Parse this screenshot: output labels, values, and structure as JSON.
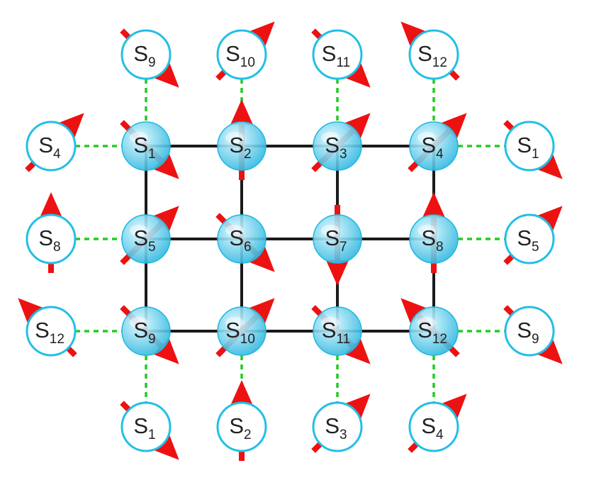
{
  "colors": {
    "bond": "#1a1a1a",
    "periodic_bond": "#22cc22",
    "spin_arrow": "#ee1111",
    "site_fill": "#6fd3ec",
    "site_edge": "#1eb8e0",
    "ghost_fill": "#ffffff",
    "ghost_edge": "#22bfe6"
  },
  "lattice": {
    "rows": [
      [
        {
          "label": "S",
          "sub": "1",
          "spin": "down-right"
        },
        {
          "label": "S",
          "sub": "2",
          "spin": "up"
        },
        {
          "label": "S",
          "sub": "3",
          "spin": "up-right"
        },
        {
          "label": "S",
          "sub": "4",
          "spin": "up-right"
        }
      ],
      [
        {
          "label": "S",
          "sub": "5",
          "spin": "up-right"
        },
        {
          "label": "S",
          "sub": "6",
          "spin": "down-right"
        },
        {
          "label": "S",
          "sub": "7",
          "spin": "down"
        },
        {
          "label": "S",
          "sub": "8",
          "spin": "up"
        }
      ],
      [
        {
          "label": "S",
          "sub": "9",
          "spin": "down-right"
        },
        {
          "label": "S",
          "sub": "10",
          "spin": "up-right"
        },
        {
          "label": "S",
          "sub": "11",
          "spin": "down-right"
        },
        {
          "label": "S",
          "sub": "12",
          "spin": "up-left"
        }
      ]
    ]
  },
  "boundary": {
    "top": [
      {
        "label": "S",
        "sub": "9",
        "spin": "down-right"
      },
      {
        "label": "S",
        "sub": "10",
        "spin": "up-right"
      },
      {
        "label": "S",
        "sub": "11",
        "spin": "down-right"
      },
      {
        "label": "S",
        "sub": "12",
        "spin": "up-left"
      }
    ],
    "bottom": [
      {
        "label": "S",
        "sub": "1",
        "spin": "down-right"
      },
      {
        "label": "S",
        "sub": "2",
        "spin": "up"
      },
      {
        "label": "S",
        "sub": "3",
        "spin": "up-right"
      },
      {
        "label": "S",
        "sub": "4",
        "spin": "up-right"
      }
    ],
    "left": [
      {
        "label": "S",
        "sub": "4",
        "spin": "up-right"
      },
      {
        "label": "S",
        "sub": "8",
        "spin": "up"
      },
      {
        "label": "S",
        "sub": "12",
        "spin": "up-left"
      }
    ],
    "right": [
      {
        "label": "S",
        "sub": "1",
        "spin": "down-right"
      },
      {
        "label": "S",
        "sub": "5",
        "spin": "up-right"
      },
      {
        "label": "S",
        "sub": "9",
        "spin": "down-right"
      }
    ]
  }
}
